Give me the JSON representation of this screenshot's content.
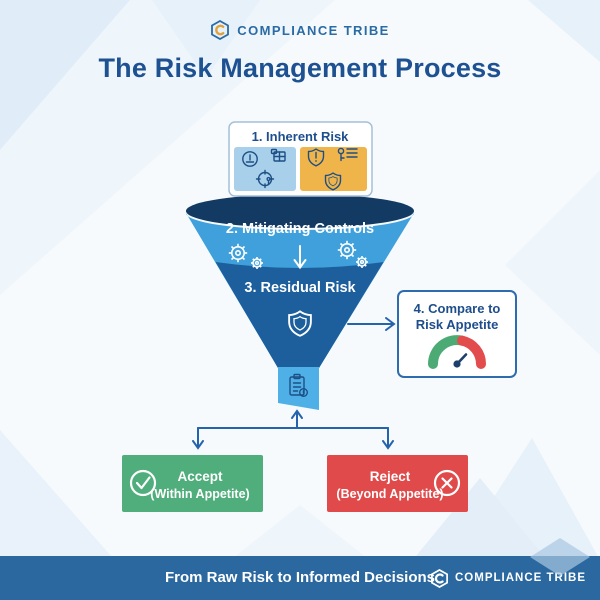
{
  "header": {
    "brand": "COMPLIANCE TRIBE",
    "title": "The Risk Management Process"
  },
  "funnel": {
    "step1_label": "1. Inherent Risk",
    "step2_label": "2. Mitigating Controls",
    "step3_label": "3. Residual Risk",
    "step4_label_line1": "4. Compare to",
    "step4_label_line2": "Risk Appetite"
  },
  "outcomes": {
    "accept_title": "Accept",
    "accept_subtitle": "(Within Appetite)",
    "reject_title": "Reject",
    "reject_subtitle": "(Beyond Appetite)"
  },
  "footer": {
    "tagline": "From Raw Risk to Informed Decisions",
    "brand": "COMPLIANCE TRIBE"
  },
  "colors": {
    "title_navy": "#1d5191",
    "brand_blue": "#2a6aa5",
    "funnel_rim_dark": "#123a63",
    "funnel_light": "#3fa0dc",
    "funnel_mid_dark": "#1d5e9c",
    "funnel_stem": "#4fb0e8",
    "panel_blue": "#a9d0ea",
    "panel_orange": "#f0b54a",
    "icon_navy": "#1d4f86",
    "arrow_blue": "#2563ad",
    "accept_green": "#4fae7b",
    "reject_red": "#e04a4a",
    "gauge_green": "#4cab74",
    "gauge_red": "#e34c4c",
    "gauge_needle": "#1d3f6e",
    "footer_blue": "#2b689f"
  },
  "icons": {
    "header_logo": "hexagon-logo-icon",
    "step1_left_panel": [
      "meter-circle-icon",
      "packages-icon",
      "target-person-icon"
    ],
    "step1_right_panel": [
      "shield-alert-icon",
      "key-list-icon",
      "shield-icon"
    ],
    "step2": [
      "gears-icon",
      "down-arrow-icon",
      "gears-icon"
    ],
    "step3": "shield-outline-icon",
    "stem": "clipboard-shield-icon",
    "step4": "gauge-icon",
    "accept": "check-circle-icon",
    "reject": "x-circle-icon",
    "footer_logo": "hexagon-logo-icon"
  }
}
